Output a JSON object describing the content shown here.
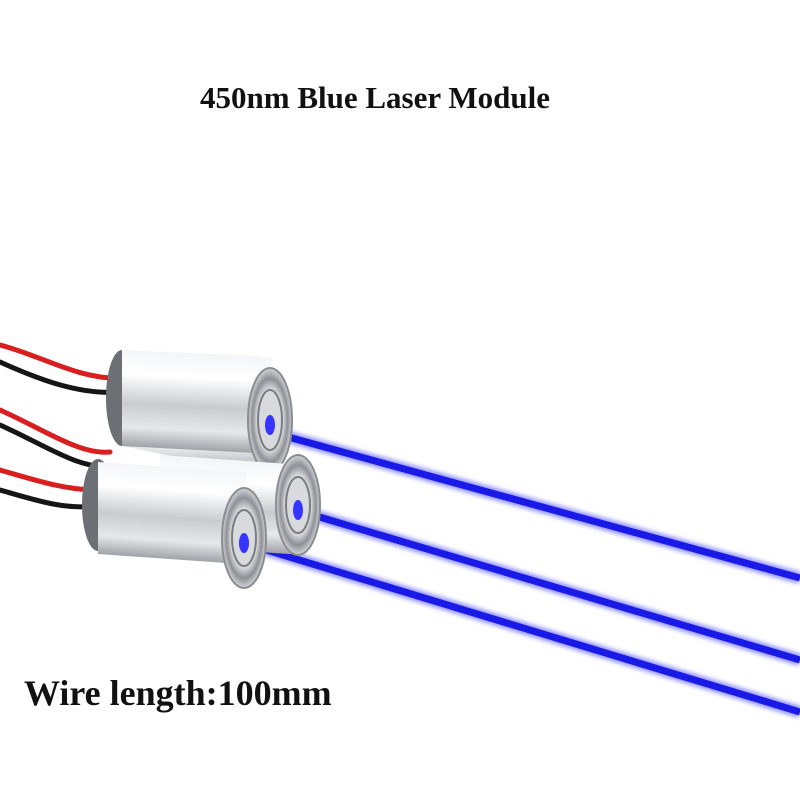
{
  "title": "450nm Blue Laser Module",
  "caption": "Wire length:100mm",
  "colors": {
    "beam": "#1a1ae6",
    "beam_glow": "#3b3bff",
    "wire_red": "#d81e1e",
    "wire_black": "#151515",
    "housing": "#d9dadd"
  },
  "objects": {
    "module_count": 3,
    "beam_count": 3
  }
}
